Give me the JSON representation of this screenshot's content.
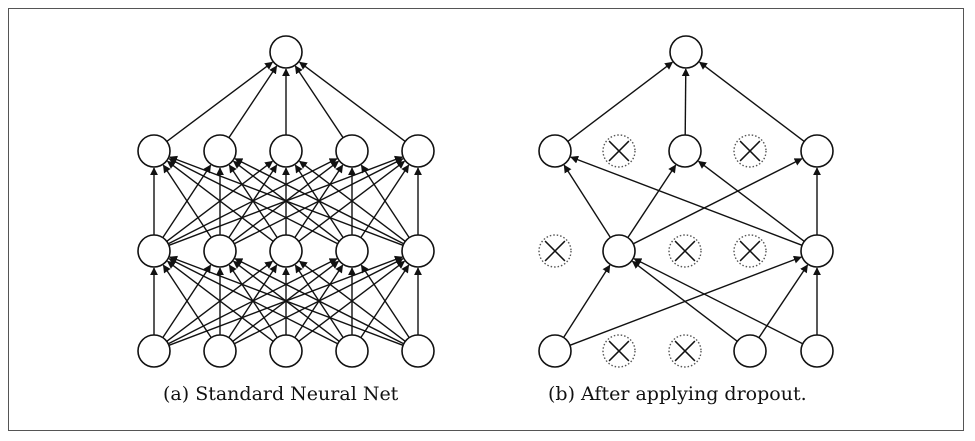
{
  "colors": {
    "line": "#111111",
    "node_fill": "#ffffff",
    "dropped_stroke": "#555555"
  },
  "panels": [
    {
      "id": "a",
      "caption": "(a) Standard Neural Net",
      "layers": [
        {
          "level": "input",
          "nodes": [
            true,
            true,
            true,
            true,
            true
          ]
        },
        {
          "level": "hidden1",
          "nodes": [
            true,
            true,
            true,
            true,
            true
          ]
        },
        {
          "level": "hidden2",
          "nodes": [
            true,
            true,
            true,
            true,
            true
          ]
        },
        {
          "level": "output",
          "nodes": [
            true
          ]
        }
      ],
      "connectivity": "full"
    },
    {
      "id": "b",
      "caption": "(b) After applying dropout.",
      "layers": [
        {
          "level": "input",
          "nodes": [
            true,
            false,
            false,
            true,
            true
          ]
        },
        {
          "level": "hidden1",
          "nodes": [
            false,
            true,
            false,
            false,
            true
          ]
        },
        {
          "level": "hidden2",
          "nodes": [
            true,
            false,
            true,
            false,
            true
          ]
        },
        {
          "level": "output",
          "nodes": [
            true
          ]
        }
      ],
      "connectivity": "full"
    }
  ]
}
